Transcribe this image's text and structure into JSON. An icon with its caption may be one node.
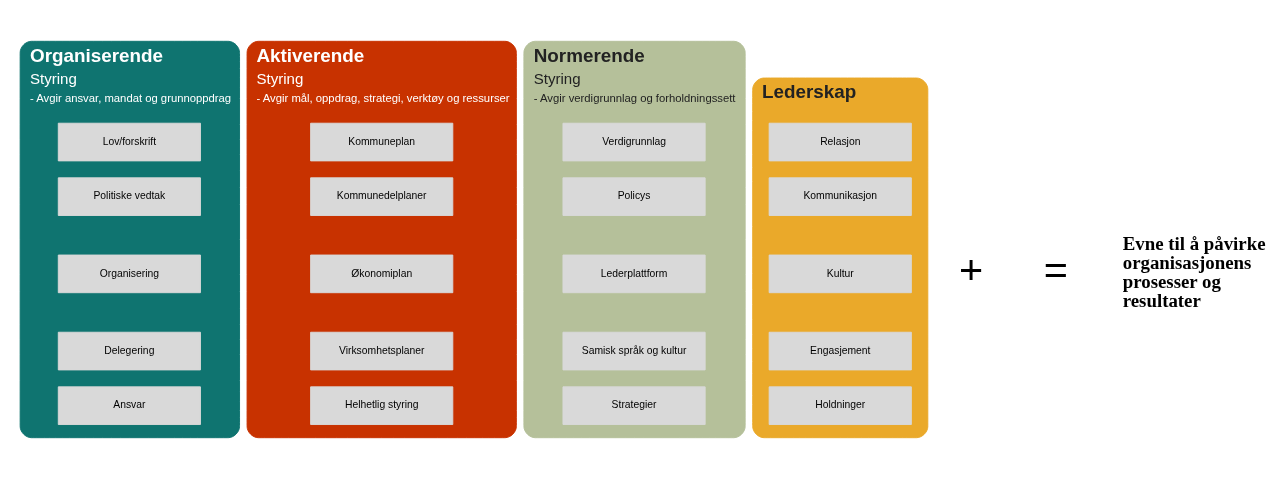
{
  "diagram": {
    "nodes": [
      {
        "text": [
          "Organiserende",
          "Styring",
          "- Avgir ansvar, mandat og grunnoppdrag"
        ]
      },
      {
        "text": [
          "Lov/forskrift"
        ],
        "in": 0
      },
      {
        "text": [
          "Politiske vedtak"
        ],
        "in": 0
      },
      {
        "text": [
          "Organisering"
        ],
        "in": 0
      },
      {
        "text": [
          "Delegering"
        ],
        "in": 0
      },
      {
        "text": [
          "Ansvar"
        ],
        "in": 0
      },
      {
        "text": [
          "Aktiverende",
          "Styring",
          "- Avgir mål, oppdrag, strategi, verktøy og ressurser"
        ]
      },
      {
        "text": [
          "Kommuneplan"
        ],
        "in": 6
      },
      {
        "text": [
          "Kommunedelplaner"
        ],
        "in": 6
      },
      {
        "text": [
          "Økonomiplan"
        ],
        "in": 6
      },
      {
        "text": [
          "Virksomhetsplaner"
        ],
        "in": 6
      },
      {
        "text": [
          "Helhetlig styring"
        ],
        "in": 6
      },
      {
        "text": [
          "Normerende",
          "Styring",
          "- Avgir verdigrunnlag og forholdningssett"
        ]
      },
      {
        "text": [
          "Verdigrunnlag"
        ],
        "in": 12
      },
      {
        "text": [
          "Policys"
        ],
        "in": 12
      },
      {
        "text": [
          "Lederplattform"
        ],
        "in": 12
      },
      {
        "text": [
          "Samisk språk og kultur"
        ],
        "in": 12
      },
      {
        "text": [
          "Strategier"
        ],
        "in": 12
      },
      {
        "text": [
          "Lederskap"
        ]
      },
      {
        "text": [
          "Relasjon"
        ],
        "in": 18
      },
      {
        "text": [
          "Kommunikasjon"
        ],
        "in": 18
      },
      {
        "text": [
          "Kultur"
        ],
        "in": 18
      },
      {
        "text": [
          "Engasjement"
        ],
        "in": 18
      },
      {
        "text": [
          "Holdninger"
        ],
        "in": 18
      }
    ],
    "edges": [],
    "labels": [
      "+",
      "=",
      "Evne til å påvirke organisasjonens prosesser og resultater"
    ]
  }
}
